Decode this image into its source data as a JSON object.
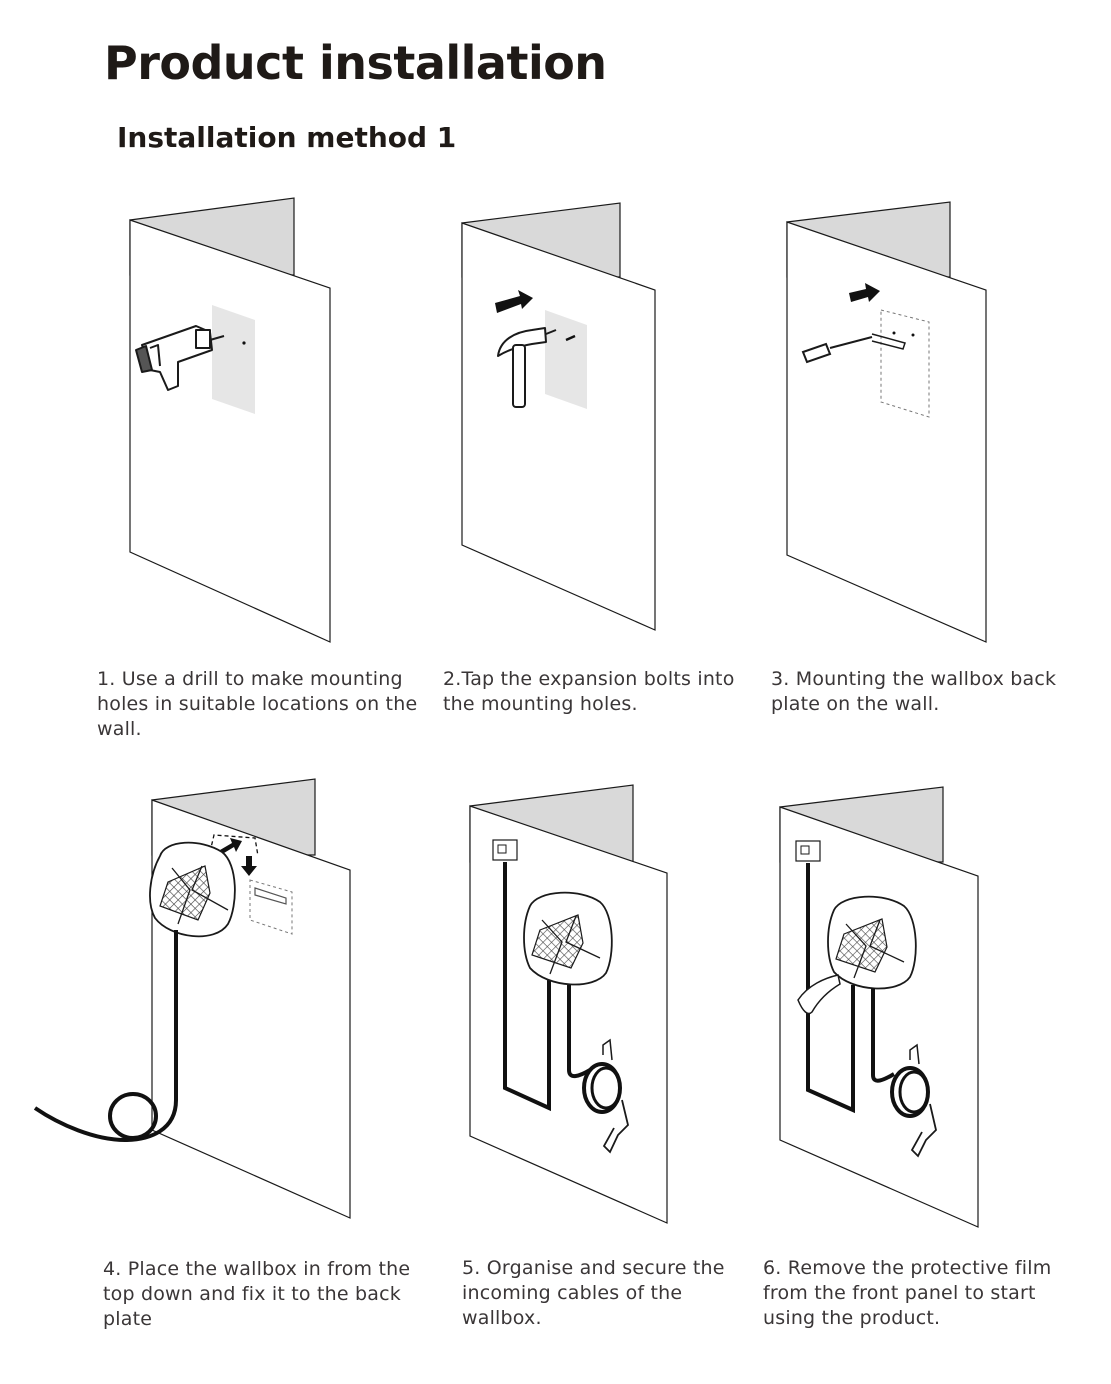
{
  "page": {
    "title": "Product installation",
    "subtitle": "Installation method 1"
  },
  "steps": [
    {
      "caption": "1. Use a drill to make mounting holes in suitable locations on the wall.",
      "tool_icon": "drill-icon"
    },
    {
      "caption": "2.Tap the expansion bolts into the mounting holes.",
      "tool_icon": "hammer-icon"
    },
    {
      "caption": "3. Mounting the wallbox back plate on the wall.",
      "tool_icon": "screwdriver-icon"
    },
    {
      "caption": "4. Place the wallbox in from the top down and fix it to the back plate",
      "tool_icon": "wallbox-icon"
    },
    {
      "caption": "5. Organise and secure the incoming cables of the wallbox.",
      "tool_icon": "cable-icon"
    },
    {
      "caption": "6.  Remove the protective film from the front panel to start using the product.",
      "tool_icon": "hand-icon"
    }
  ],
  "colors": {
    "text": "#231f20",
    "line": "#1a1a1a",
    "wall_back": "#d9d9d9",
    "marker": "#e6e6e6"
  }
}
